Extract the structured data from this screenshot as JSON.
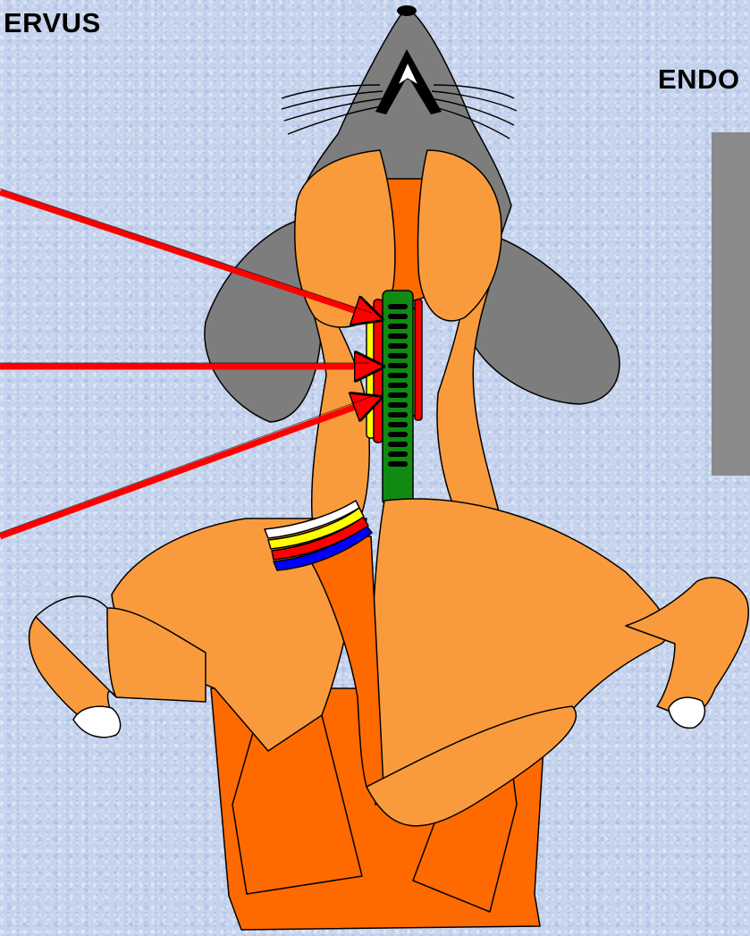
{
  "labels": {
    "left_title": "ERVUS",
    "right_title": "ENDO"
  },
  "colors": {
    "muscle_light": "#f99b3c",
    "muscle_dark": "#ff6a00",
    "head": "#7d7d7d",
    "trachea": "#118a11",
    "nerve": "#ffff00",
    "artery": "#ff0000",
    "vein": "#0000ff",
    "arrow": "#ff0000",
    "panel": "#8a8a8a",
    "background": "#c5d3ec"
  },
  "structures": [
    "head",
    "ears",
    "forelimbs",
    "neck-muscles",
    "trachea",
    "vagosympathetic-nerve",
    "carotid-artery",
    "brachial-plexus",
    "pectoral-muscles"
  ]
}
